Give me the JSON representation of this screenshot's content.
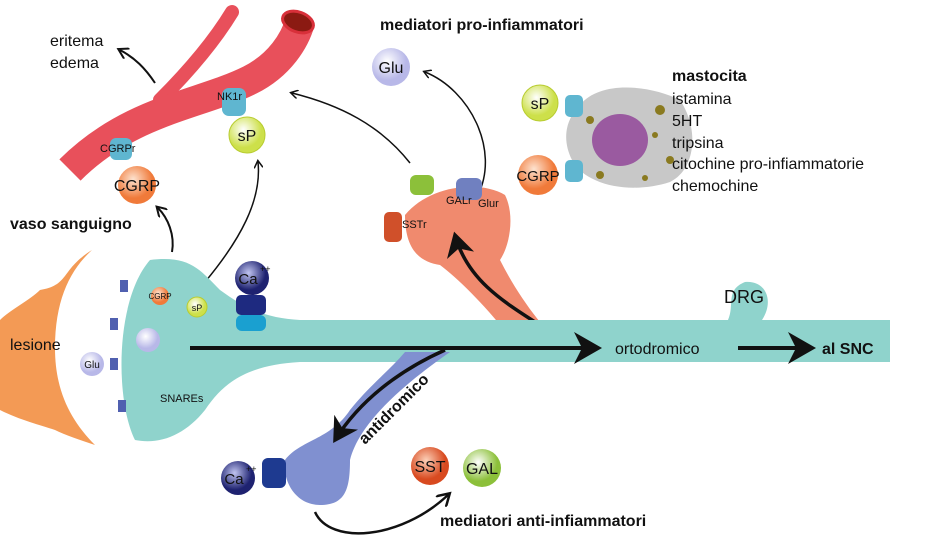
{
  "labels": {
    "eritema": "eritema",
    "edema": "edema",
    "vaso": "vaso sanguigno",
    "pro_title": "mediatori pro-infiammatori",
    "anti_title": "mediatori anti-infiammatori",
    "lesione": "lesione",
    "ortodromico": "ortodromico",
    "al_snc": "al SNC",
    "antidromico": "antidromico",
    "drg": "DRG",
    "snares": "SNAREs",
    "nk1r": "NK1r",
    "cgrpr": "CGRPr",
    "galr": "GALr",
    "glur": "Glur",
    "sstr": "SSTr"
  },
  "molecules": {
    "glu": "Glu",
    "sp": "sP",
    "cgrp": "CGRP",
    "ca": "Ca",
    "ca_sup": "++",
    "sst": "SST",
    "gal": "GAL"
  },
  "mastocita": {
    "title": "mastocita",
    "items": [
      "istamina",
      "5HT",
      "tripsina",
      "citochine pro-infiammatorie",
      "chemochine"
    ]
  },
  "colors": {
    "vessel": "#e8505b",
    "neuron": "#8fd3cc",
    "pro_neuron": "#f08a6e",
    "anti_neuron": "#8090d0",
    "lesion": "#f39a55",
    "mast_cell": "#c8c8c8"
  }
}
